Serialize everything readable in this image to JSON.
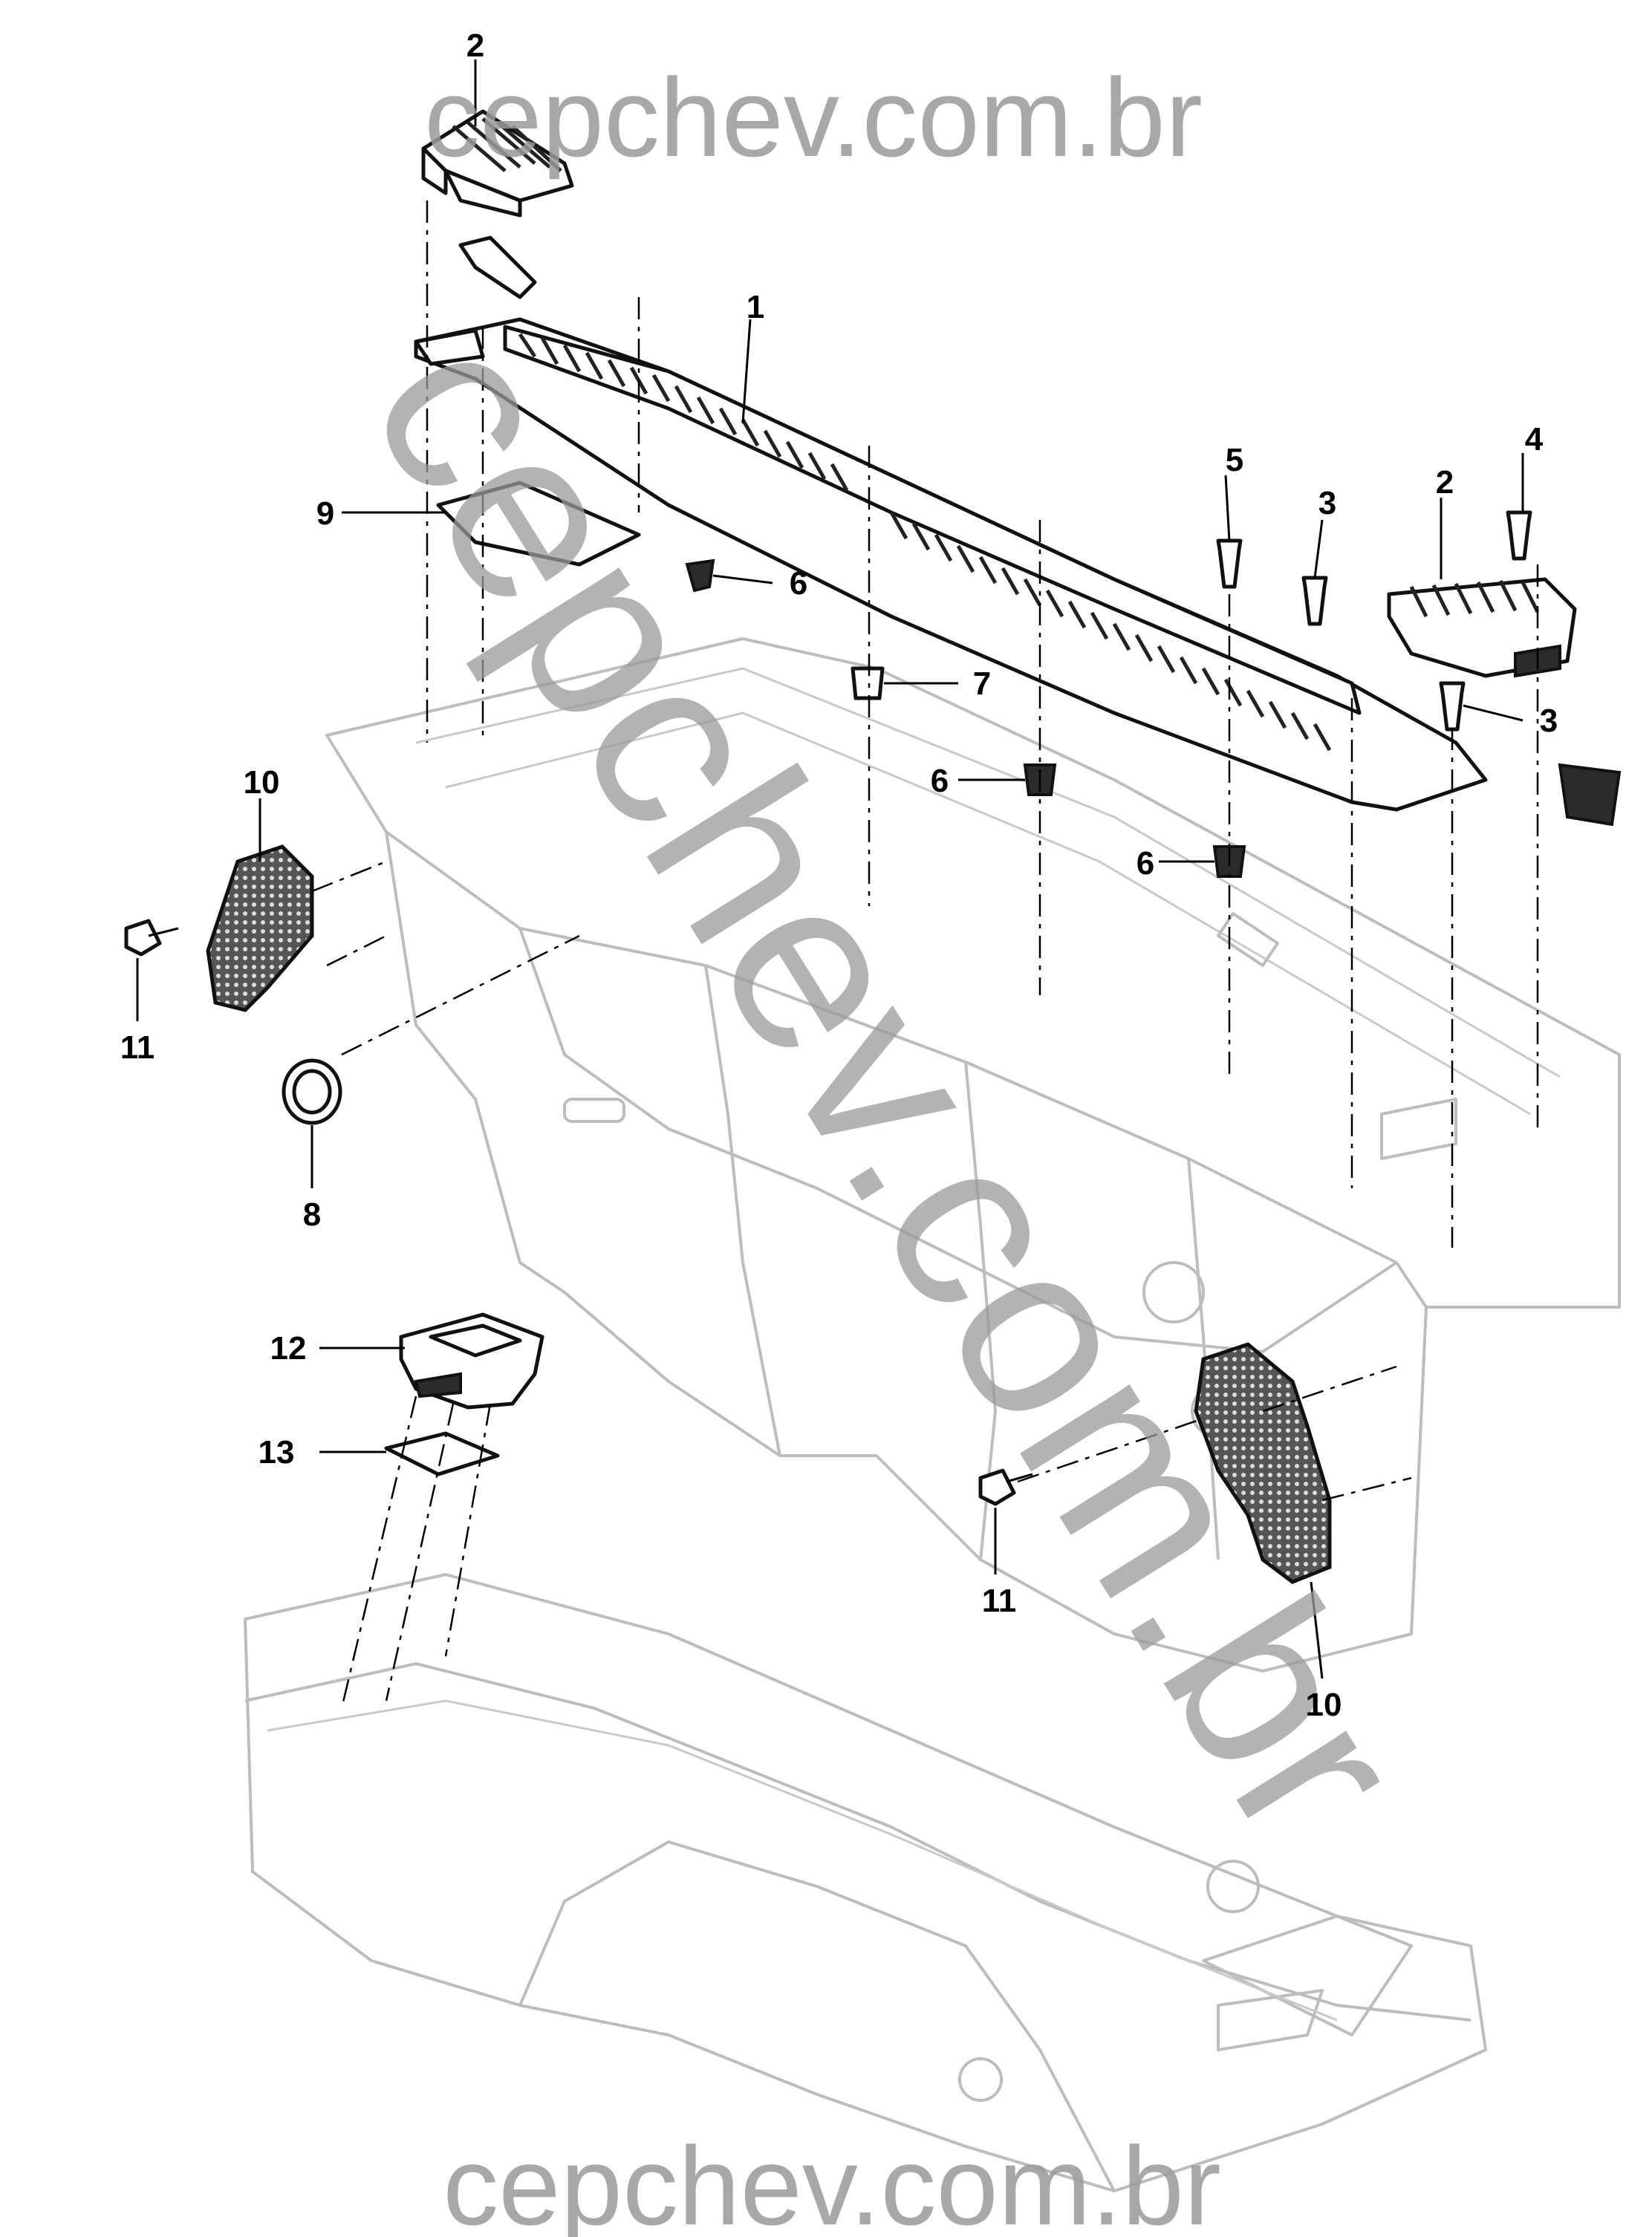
{
  "watermark": {
    "top": "cepchev.com.br",
    "diagonal": "cepchev.com.br",
    "bottom": "cepchev.com.br"
  },
  "callouts": {
    "c1": "1",
    "c2a": "2",
    "c2b": "2",
    "c3a": "3",
    "c3b": "3",
    "c4": "4",
    "c5": "5",
    "c6a": "6",
    "c6b": "6",
    "c6c": "6",
    "c7": "7",
    "c8": "8",
    "c9": "9",
    "c10a": "10",
    "c10b": "10",
    "c11a": "11",
    "c11b": "11",
    "c12": "12",
    "c13": "13"
  }
}
